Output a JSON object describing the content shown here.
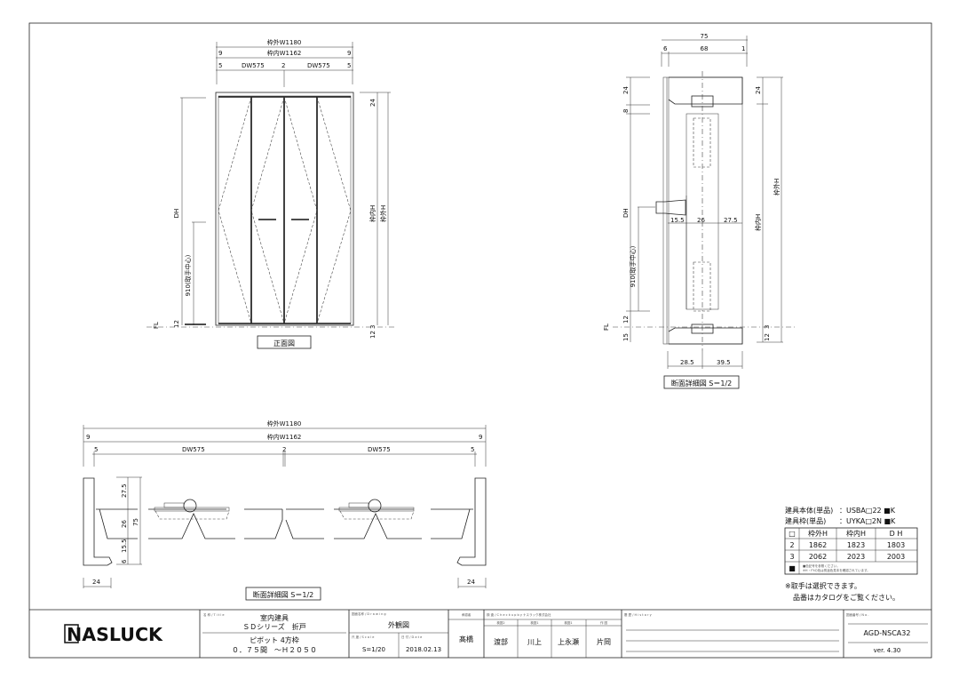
{
  "front_view": {
    "outer_width": "枠外W1180",
    "inner_width": "枠内W1162",
    "dim_9_left": "9",
    "dim_9_right": "9",
    "dim_5_left": "5",
    "dim_5_right": "5",
    "dw_left": "DW575",
    "dw_right": "DW575",
    "gap": "2",
    "dh": "DH",
    "handle_height": "910(取手中心)",
    "dim_12_left": "12",
    "dim_24": "24",
    "inner_h": "枠内H",
    "outer_h": "枠外H",
    "dim_12_bottom": "12",
    "dim_3_bottom": "3",
    "fl": "FL",
    "caption": "正面図"
  },
  "side_section": {
    "total": "75",
    "d6": "6",
    "d68": "68",
    "d1": "1",
    "d24_left": "24",
    "d8": "8",
    "dh": "DH",
    "handle_height": "910(取手中心)",
    "d12_left": "12",
    "d15": "15",
    "fl": "FL",
    "d24_right": "24",
    "outer_h": "枠外H",
    "inner_h": "枠内H",
    "d3": "3",
    "d12_right": "12",
    "d15_5": "15.5",
    "d26": "26",
    "d27_5": "27.5",
    "d28_5": "28.5",
    "d39_5": "39.5",
    "caption": "断面詳細図 S＝1/2"
  },
  "plan_section": {
    "outer_width": "枠外W1180",
    "inner_width": "枠内W1162",
    "dim_9_left": "9",
    "dim_9_right": "9",
    "dim_5_left": "5",
    "dim_5_right": "5",
    "dw_left": "DW575",
    "dw_right": "DW575",
    "gap": "2",
    "d27_5": "27.5",
    "d26": "26",
    "d75": "75",
    "d15_5": "15.5",
    "d6": "6",
    "d24_left": "24",
    "d24_right": "24",
    "caption": "断面詳細図 S＝1/2"
  },
  "spec": {
    "body_label": "建具本体(単品)",
    "body_code": "：USBA□22 ■K",
    "frame_label": "建具枠(単品)",
    "frame_code": "：UYKA□2N ■K",
    "headers": [
      "□",
      "枠外H",
      "枠内H",
      "D H"
    ],
    "rows": [
      [
        "2",
        "1862",
        "1823",
        "1803"
      ],
      [
        "3",
        "2062",
        "2023",
        "2003"
      ]
    ],
    "color_mark": "■",
    "color_note_1": "■色記号を参照ください。",
    "color_note_2": "※H・FYの色は別途色見本を確認されています。",
    "note_1": "※取手は選択できます。",
    "note_2": "品番はカタログをご覧ください。"
  },
  "title_block": {
    "logo": "NASLUCK",
    "title_label": "名 称 / T i t l e",
    "title_line1": "室内建具",
    "title_line2": "ＳＤシリーズ　折戸",
    "title_line3": "ピボット 4方枠",
    "title_line4": "０．７５間　～Ｈ２０５０",
    "drawing_label": "図面名称 / D r a w i n g",
    "drawing_name": "外観図",
    "scale_label": "尺 度 / S c a l e",
    "scale": "S=1/20",
    "date_label": "日 付 / D a t e",
    "date": "2018.02.13",
    "approver_label": "承認者",
    "approver": "髙橋",
    "check_label": "検 査 / C h e c k  u p  b y  ナスラック株式会社",
    "checkers": [
      {
        "role": "検図2",
        "name": "渡部"
      },
      {
        "role": "検図1",
        "name": "川上"
      },
      {
        "role": "検図1",
        "name": "上永瀬"
      },
      {
        "role": "作 図",
        "name": "片岡"
      }
    ],
    "history_label": "履 歴 / H i s t o r y",
    "number_label": "図面番号 / N o .",
    "number": "AGD-NSCA32",
    "version": "ver. 4.30"
  }
}
